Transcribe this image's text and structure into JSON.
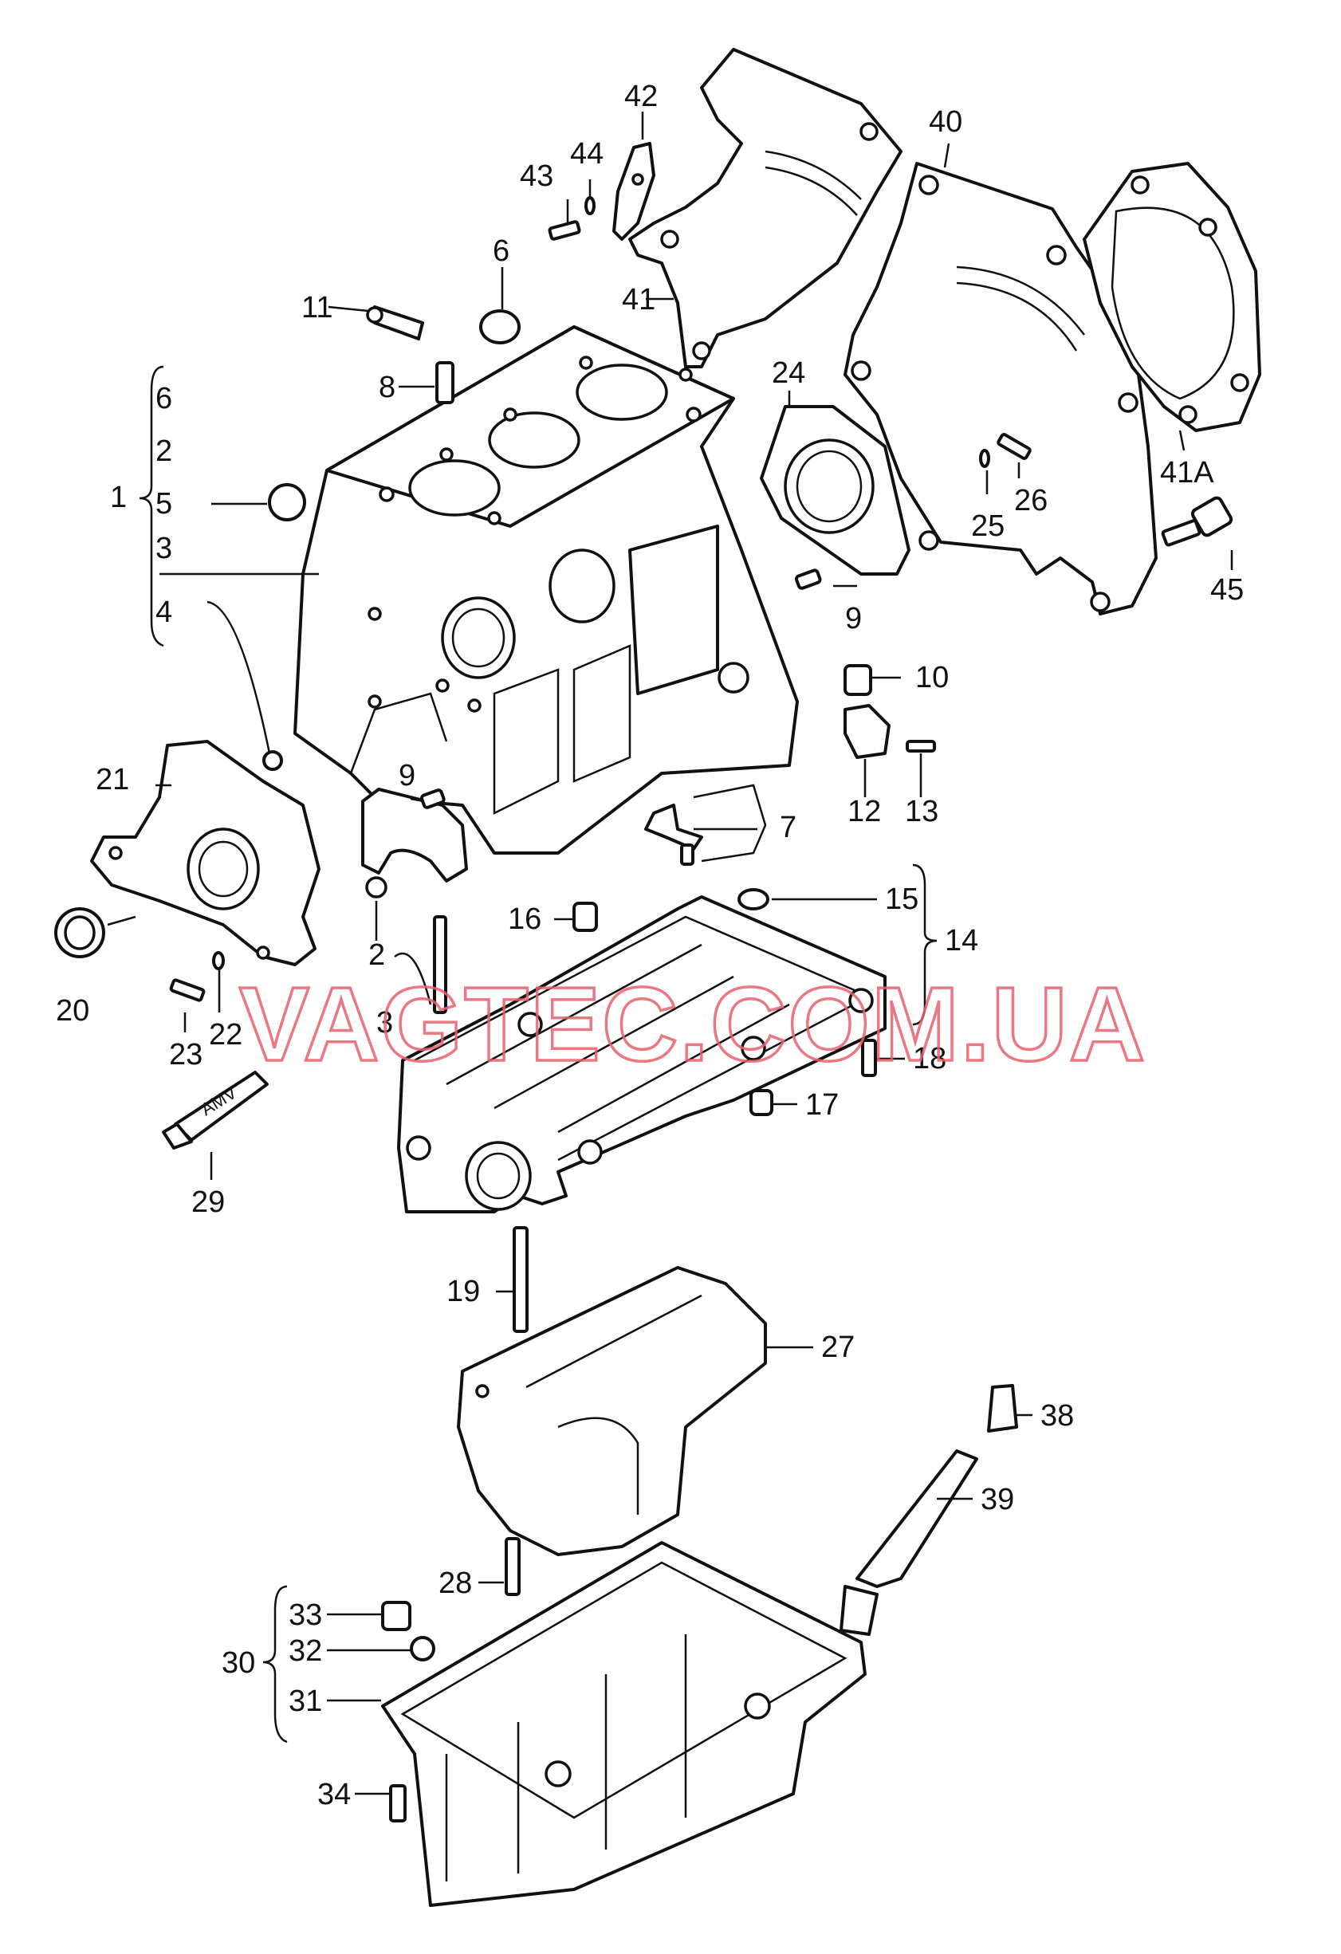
{
  "watermark": "VAGTEC.COM.UA",
  "tube_text": "AMV",
  "labels": [
    "1",
    "2",
    "3",
    "4",
    "5",
    "6",
    "2",
    "3",
    "7",
    "8",
    "9",
    "9",
    "10",
    "11",
    "12",
    "13",
    "14",
    "15",
    "16",
    "17",
    "18",
    "19",
    "20",
    "21",
    "22",
    "23",
    "24",
    "25",
    "26",
    "27",
    "28",
    "29",
    "30",
    "31",
    "32",
    "33",
    "34",
    "38",
    "39",
    "40",
    "41",
    "41A",
    "42",
    "43",
    "44",
    "45",
    "6"
  ]
}
